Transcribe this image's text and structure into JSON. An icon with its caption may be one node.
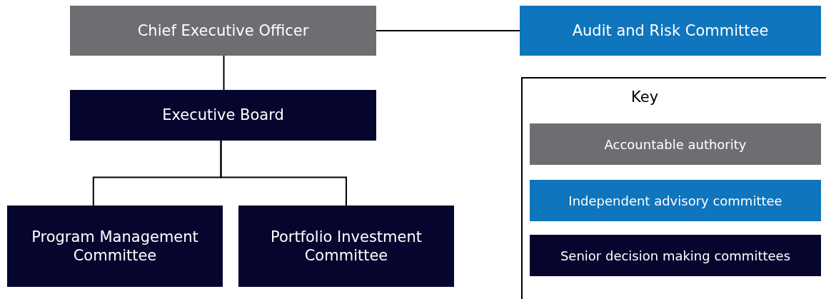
{
  "diagram": {
    "nodes": [
      {
        "text": [
          "Chief Executive Officer"
        ]
      },
      {
        "text": [
          "Audit and Risk Committee"
        ]
      },
      {
        "text": [
          "Executive Board"
        ]
      },
      {
        "text": [
          "Program Management Committee"
        ]
      },
      {
        "text": [
          "Portfolio Investment Committee"
        ]
      }
    ],
    "edges": [
      {
        "from": 0,
        "to": 1,
        "arrow": "none"
      },
      {
        "from": 0,
        "to": 2,
        "arrow": "none"
      },
      {
        "from": 2,
        "to": 3,
        "arrow": "none"
      },
      {
        "from": 2,
        "to": 4,
        "arrow": "none"
      }
    ],
    "labels": [
      "Key"
    ],
    "legend": [
      {
        "text": "Accountable authority",
        "color": "#6d6e71"
      },
      {
        "text": "Independent advisory committee",
        "color": "#0f75bc"
      },
      {
        "text": "Senior decision making committees",
        "color": "#06052e"
      }
    ]
  }
}
